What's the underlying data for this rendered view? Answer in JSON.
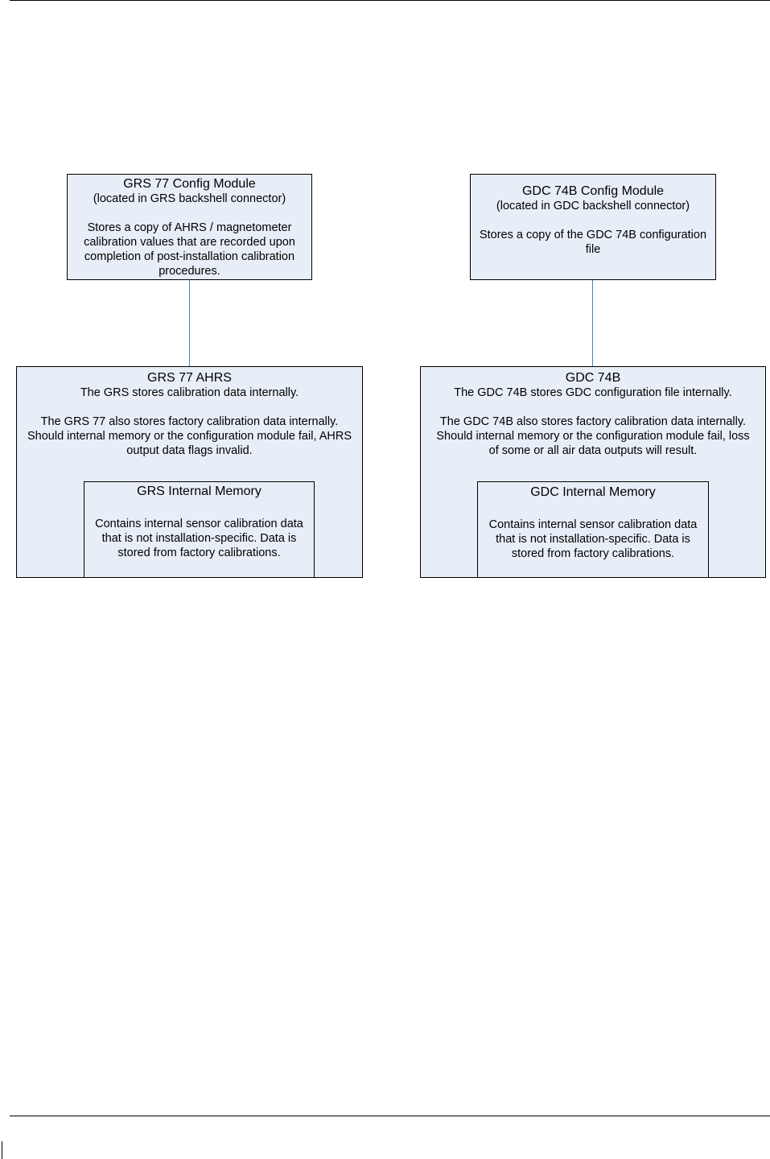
{
  "diagram": {
    "grs_config": {
      "title": "GRS 77 Config Module",
      "subtitle": "(located in GRS backshell connector)",
      "body": [
        "Stores a copy of AHRS / magnetometer",
        "calibration values that are recorded upon",
        "completion of post-installation calibration",
        "procedures."
      ]
    },
    "gdc_config": {
      "title": "GDC 74B Config Module",
      "subtitle": "(located in GDC backshell connector)",
      "body": [
        "Stores a copy of the GDC 74B configuration",
        "file"
      ]
    },
    "grs_ahrs": {
      "title": "GRS 77 AHRS",
      "subtitle": "The GRS stores calibration data internally.",
      "body": [
        "The GRS 77 also stores factory calibration data internally.",
        "Should internal memory or the configuration module fail, AHRS",
        "output data flags invalid."
      ]
    },
    "gdc_74b": {
      "title": "GDC 74B",
      "subtitle": "The GDC 74B stores GDC configuration file internally.",
      "body": [
        "The GDC 74B also stores factory calibration data internally.",
        "Should internal memory or the configuration module fail, loss",
        "of some or all air data outputs will result."
      ]
    },
    "grs_memory": {
      "title": "GRS Internal Memory",
      "body": [
        "Contains internal sensor calibration data",
        "that is not installation-specific.  Data is",
        "stored from factory calibrations."
      ]
    },
    "gdc_memory": {
      "title": "GDC Internal Memory",
      "body": [
        "Contains internal sensor calibration data",
        "that is not installation-specific.  Data is",
        "stored from factory calibrations."
      ]
    }
  }
}
